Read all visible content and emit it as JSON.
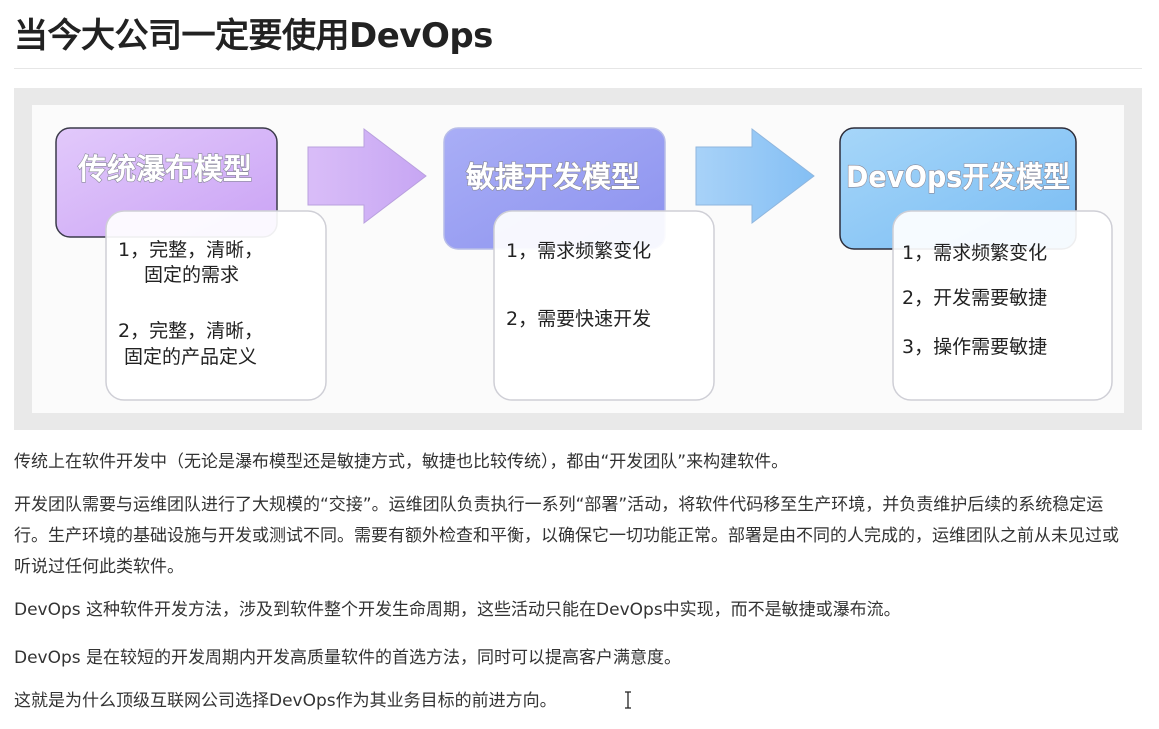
{
  "page": {
    "title": "当今大公司一定要使用DevOps"
  },
  "figure": {
    "models": [
      {
        "title": "传统瀑布模型",
        "color": "#d8b8f8",
        "requirements": [
          "1，完整，清晰，",
          "固定的需求",
          "2，完整，清晰，",
          "固定的产品定义"
        ]
      },
      {
        "title": "敏捷开发模型",
        "color": "#9fa4f4",
        "requirements": [
          "1，需求频繁变化",
          "2，需要快速开发"
        ]
      },
      {
        "title": "DevOps开发模型",
        "color": "#8ccbf7",
        "requirements": [
          "1，需求频繁变化",
          "2，开发需要敏捷",
          "3，操作需要敏捷"
        ]
      }
    ],
    "arrow_colors": [
      "#d3b6f6",
      "#92c6f6"
    ]
  },
  "paragraphs": [
    "传统上在软件开发中（无论是瀑布模型还是敏捷方式，敏捷也比较传统），都由“开发团队”来构建软件。",
    "开发团队需要与运维团队进行了大规模的“交接”。运维团队负责执行一系列“部署”活动，将软件代码移至生产环境，并负责维护后续的系统稳定运行。生产环境的基础设施与开发或测试不同。需要有额外检查和平衡，以确保它一切功能正常。部署是由不同的人完成的，运维团队之前从未见过或听说过任何此类软件。",
    "DevOps 这种软件开发方法，涉及到软件整个开发生命周期，这些活动只能在DevOps中实现，而不是敏捷或瀑布流。",
    "DevOps 是在较短的开发周期内开发高质量软件的首选方法，同时可以提高客户满意度。",
    "这就是为什么顶级互联网公司选择DevOps作为其业务目标的前进方向。"
  ]
}
